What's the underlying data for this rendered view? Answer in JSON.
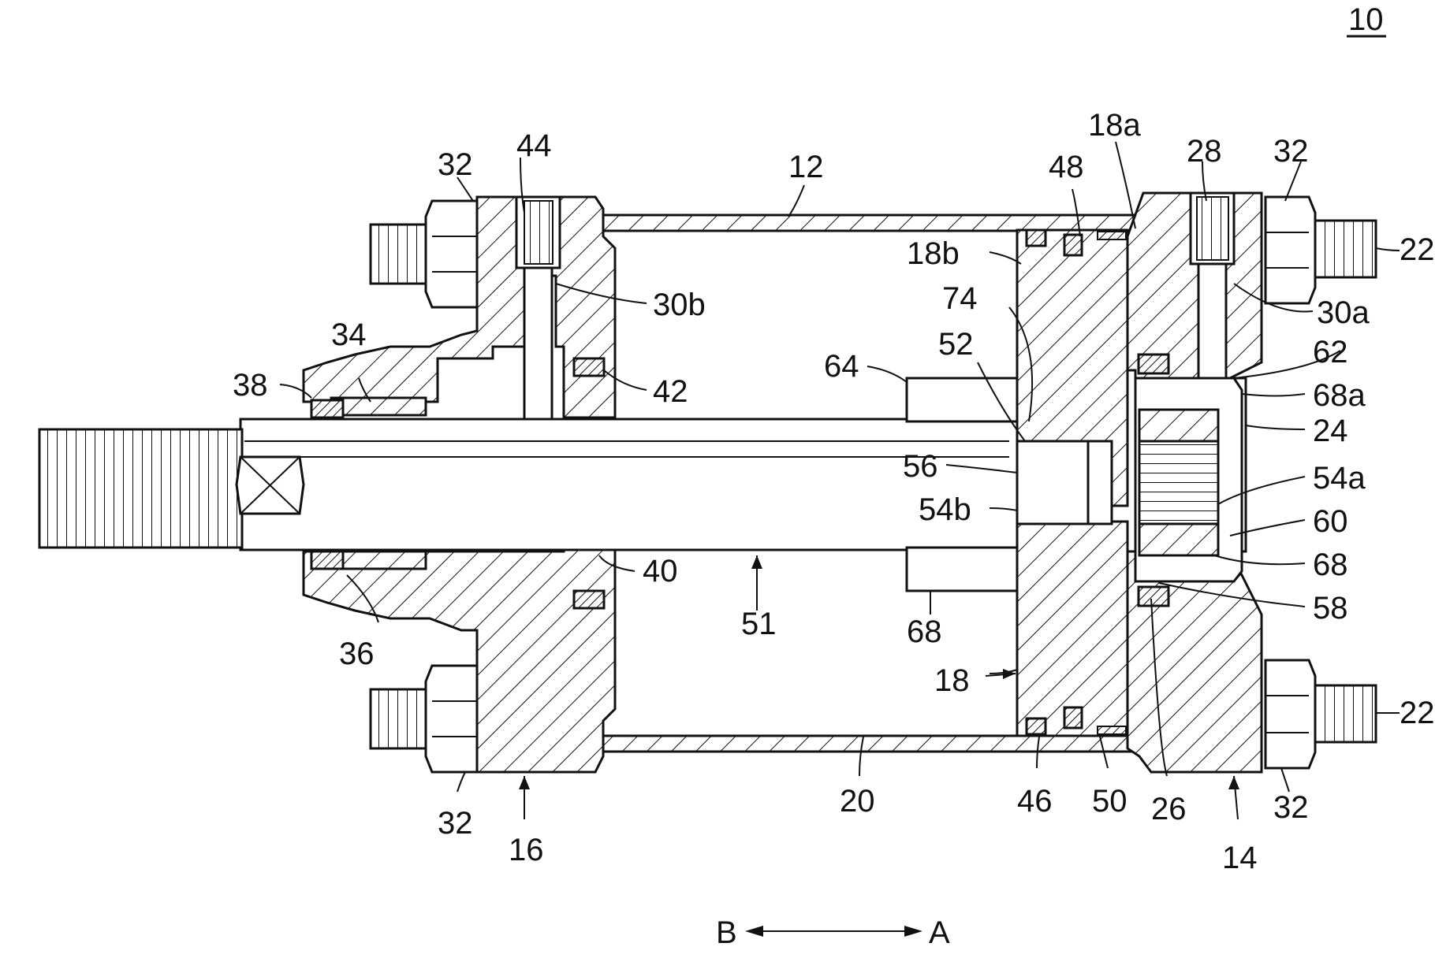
{
  "figure_number": "10",
  "direction": {
    "left": "B",
    "right": "A"
  },
  "labels": {
    "n32_tl": "32",
    "n44": "44",
    "n12": "12",
    "n48": "48",
    "n18a": "18a",
    "n28": "28",
    "n32_tr": "32",
    "n22_top": "22",
    "n18b": "18b",
    "n30b": "30b",
    "n74": "74",
    "n30a": "30a",
    "n34": "34",
    "n52": "52",
    "n62": "62",
    "n64": "64",
    "n38": "38",
    "n42": "42",
    "n68a": "68a",
    "n24": "24",
    "n56": "56",
    "n54a": "54a",
    "n54b": "54b",
    "n60": "60",
    "n40": "40",
    "n68_right": "68",
    "n51": "51",
    "n68_mid": "68",
    "n58": "58",
    "n36": "36",
    "n18": "18",
    "n22_bot": "22",
    "n20": "20",
    "n46": "46",
    "n50": "50",
    "n26": "26",
    "n32_bl": "32",
    "n32_br": "32",
    "n16": "16",
    "n14": "14"
  }
}
